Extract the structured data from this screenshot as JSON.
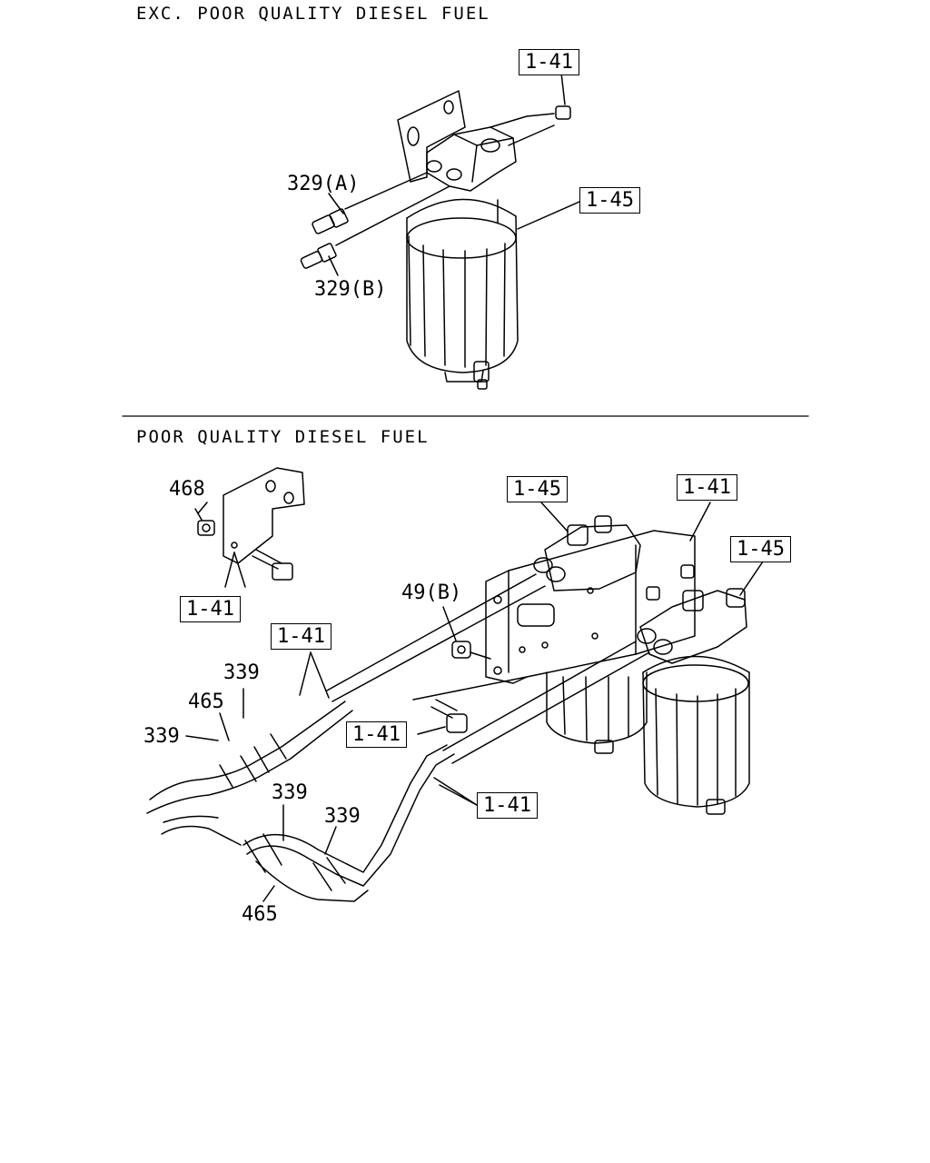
{
  "sections": {
    "top_title": "EXC. POOR QUALITY DIESEL FUEL",
    "bottom_title": "POOR QUALITY DIESEL FUEL"
  },
  "top_callouts": {
    "ref_141": "1-41",
    "ref_145": "1-45",
    "part_329a": "329(A)",
    "part_329b": "329(B)"
  },
  "bottom_callouts": {
    "part_468": "468",
    "ref_141_bracket": "1-41",
    "ref_145_left": "1-45",
    "ref_141_mount": "1-41",
    "ref_145_right": "1-45",
    "part_49b": "49(B)",
    "ref_141_hose_upper": "1-41",
    "part_339_a": "339",
    "part_465_a": "465",
    "part_339_b": "339",
    "ref_141_bolt": "1-41",
    "part_339_c": "339",
    "part_339_d": "339",
    "ref_141_hose_lower": "1-41",
    "part_465_b": "465"
  }
}
